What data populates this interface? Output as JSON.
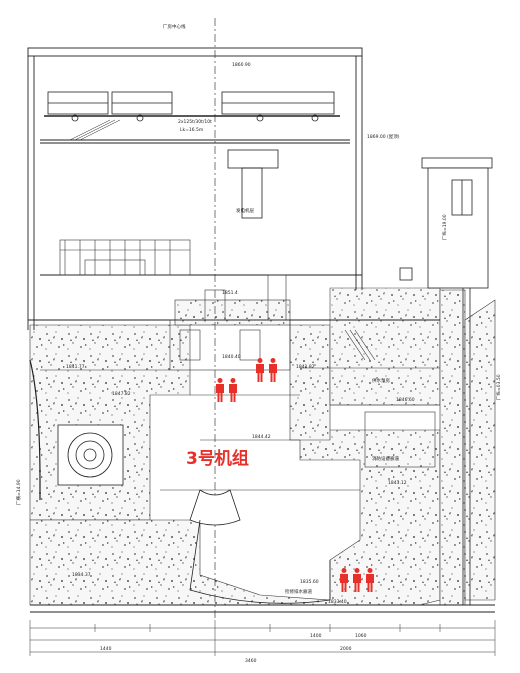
{
  "title_red": "3号机组",
  "accent_color": "#e8302a",
  "labels": {
    "top_axis": "厂房中心线",
    "crane": "2x125t/30t/10t",
    "crane_span": "Lk=16.5m",
    "generator_floor": "发电机层",
    "elev_roof": "1860.90",
    "elev_right_roof": "1869.00 (屋顶)",
    "elev_1": "1851.4",
    "elev_2": "1841.77",
    "elev_3": "1841.82",
    "elev_4": "1847.82",
    "elev_5": "1840.40",
    "elev_6": "1846.60",
    "elev_7": "1844.42",
    "elev_8": "1843.12",
    "elev_9": "1835.60",
    "elev_10": "1834.37",
    "elev_11": "1833.40",
    "water_room": "供水泵房",
    "fire_room": "消防设备廊道",
    "drain_room": "检修排水廊道",
    "left_axis": "厂横=14.90",
    "right_axis": "厂纵=19.00",
    "right_axis2": "厂纵=03.50",
    "dim_bottom_a": "1440",
    "dim_bottom_b": "3460",
    "dim_bottom_c": "2000",
    "dim_mid_1": "1400",
    "dim_mid_2": "1060"
  },
  "people_icons": [
    {
      "id": "group-generator-floor",
      "count": 2
    },
    {
      "id": "group-turbine-floor",
      "count": 2
    },
    {
      "id": "group-drainage-gallery",
      "count": 3
    }
  ]
}
